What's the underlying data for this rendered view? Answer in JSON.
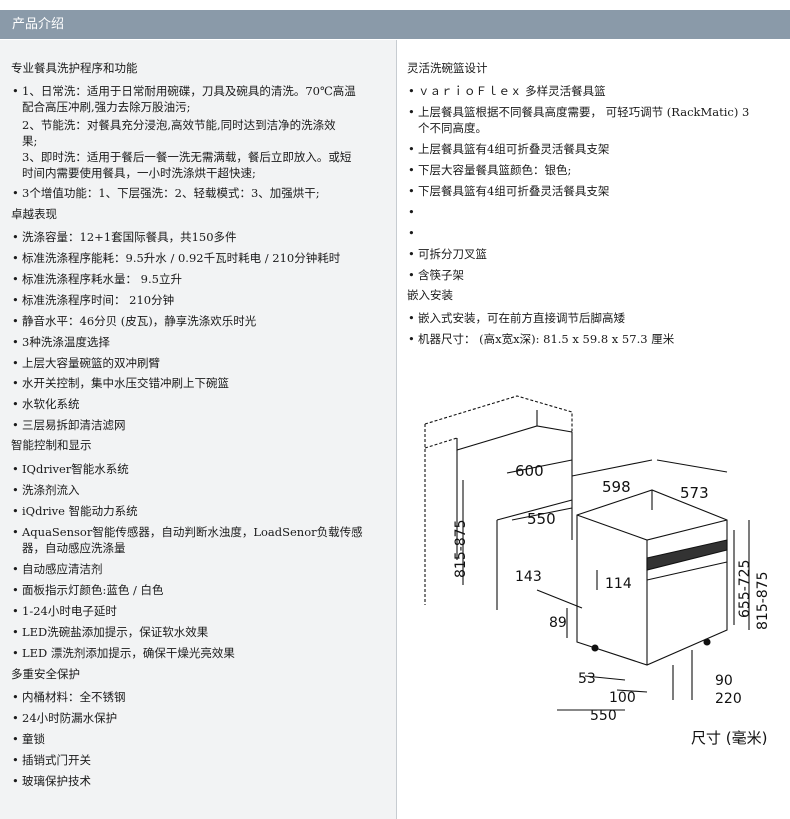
{
  "header": {
    "title": "产品介绍"
  },
  "left": {
    "s1_title": "专业餐具洗护程序和功能",
    "programs": [
      "1、日常洗：适用于日常耐用碗碟，刀具及碗具的清洗。70℃高温",
      "配合高压冲刷,强力去除万股油污;",
      "2、节能洗：对餐具充分浸泡,高效节能,同时达到洁净的洗涤效",
      "果;",
      "3、即时洗：适用于餐后一餐一洗无需满载，餐后立即放入。或短",
      "时间内需要使用餐具，一小时洗涤烘干超快速;"
    ],
    "s1_extra": "3个增值功能：1、下层强洗：2、轻载模式：3、加强烘干;",
    "s2_title": "卓越表现",
    "s2_items": [
      "洗涤容量：12+1套国际餐具，共150多件",
      "标准洗涤程序能耗：9.5升水 / 0.92千瓦时耗电 / 210分钟耗时",
      "标准洗涤程序耗水量：  9.5立升",
      "标准洗涤程序时间：  210分钟",
      "静音水平：46分贝 (皮瓦)，静享洗涤欢乐时光",
      "3种洗涤温度选择",
      "上层大容量碗篮的双冲刷臂",
      "水开关控制，集中水压交错冲刷上下碗篮",
      "水软化系统",
      "三层易拆卸清洁滤网"
    ],
    "s3_title": "智能控制和显示",
    "s3_items": [
      "IQdriver智能水系统",
      "洗涤剂流入",
      "iQdrive 智能动力系统",
      "AquaSensor智能传感器，自动判断水浊度，LoadSenor负载传感",
      "自动感应清洁剂",
      "面板指示灯颜色:蓝色 / 白色",
      "1-24小时电子延时",
      "LED洗碗盐添加提示，保证软水效果",
      "LED 漂洗剂添加提示，确保干燥光亮效果"
    ],
    "s3_aqua_line2": "器，自动感应洗涤量",
    "s4_title": "多重安全保护",
    "s4_items": [
      "内桶材料：全不锈钢",
      "24小时防漏水保护",
      "童锁",
      "插销式门开关",
      "玻璃保护技术"
    ]
  },
  "right": {
    "s1_title": "灵活洗碗篮设计",
    "s1_items": [
      "ｖａｒｉｏＦｌｅｘ  多样灵活餐具篮",
      "上层餐具篮根据不同餐具高度需要，  可轻巧调节 (RackMatic) 3",
      "上层餐具篮有4组可折叠灵活餐具支架",
      "下层大容量餐具篮颜色：银色;",
      "下层餐具篮有4组可折叠灵活餐具支架",
      "",
      "",
      "可拆分刀叉篮",
      "含筷子架"
    ],
    "s1_rack_line2": "个不同高度。",
    "s2_title": "嵌入安装",
    "s2_items": [
      "嵌入式安装，可在前方直接调节后脚高矮",
      "机器尺寸： (高x宽x深): 81.5 x 59.8 x 57.3 厘米"
    ]
  },
  "diagram": {
    "dims": {
      "cabinet_depth": "600",
      "width": "598",
      "depth": "573",
      "recess_depth": "550",
      "cabinet_height": "815-875",
      "front_height": "655-725",
      "total_height": "815-875",
      "d143": "143",
      "d114": "114",
      "d89": "89",
      "d53": "53",
      "d100": "100",
      "d550b": "550",
      "d90": "90",
      "d220": "220"
    },
    "unit_label": "尺寸 (毫米)"
  }
}
